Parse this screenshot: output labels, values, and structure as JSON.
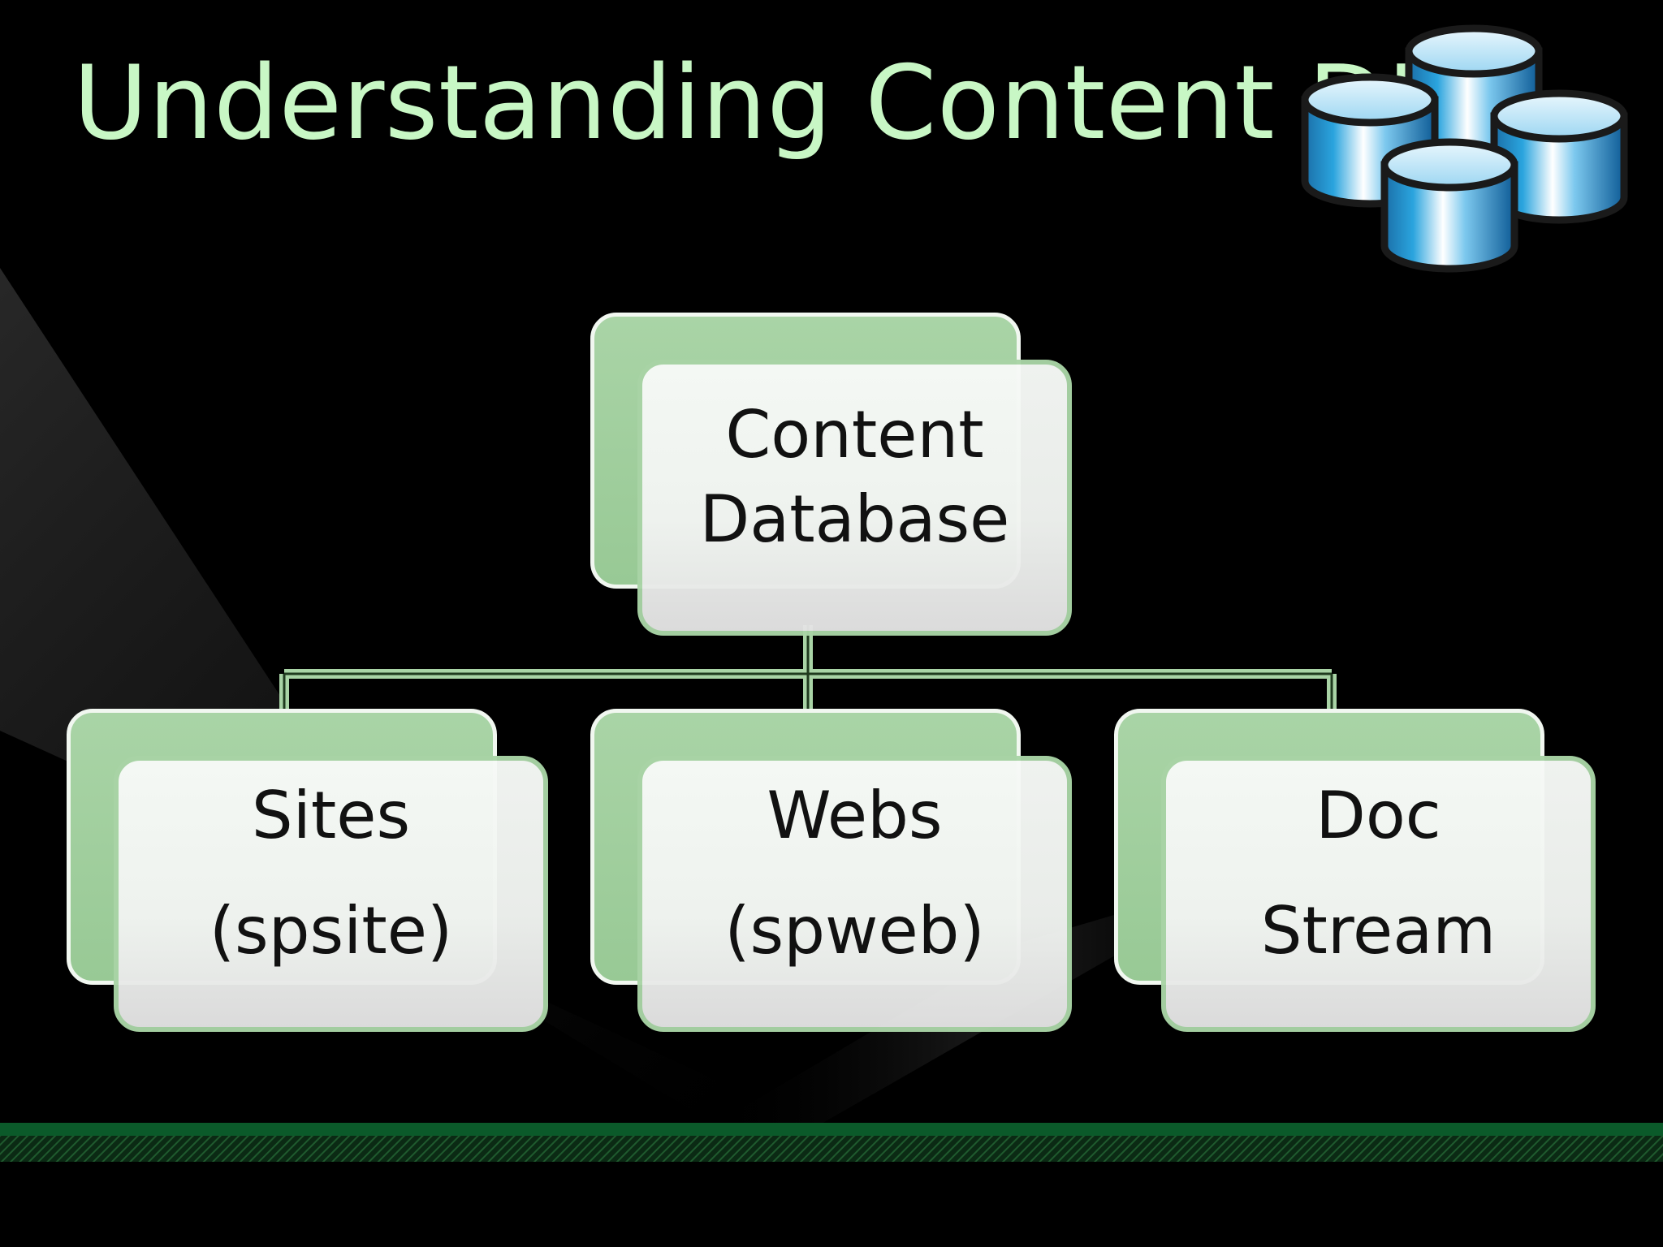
{
  "title": "Understanding Content DB",
  "colors": {
    "background": "#000000",
    "title": "#c8f7c5",
    "box_back": "#a9d4a6",
    "box_front": "#f4f7f4",
    "connector": "#a9d4a6",
    "band": "#0b5a2a"
  },
  "icons": {
    "database": "database-cylinders-icon"
  },
  "diagram": {
    "root": {
      "line1": "Content",
      "line2": "Database"
    },
    "children": [
      {
        "line1": "Sites",
        "line2": "(spsite)"
      },
      {
        "line1": "Webs",
        "line2": "(spweb)"
      },
      {
        "line1": "Doc",
        "line2": "Stream"
      }
    ]
  }
}
